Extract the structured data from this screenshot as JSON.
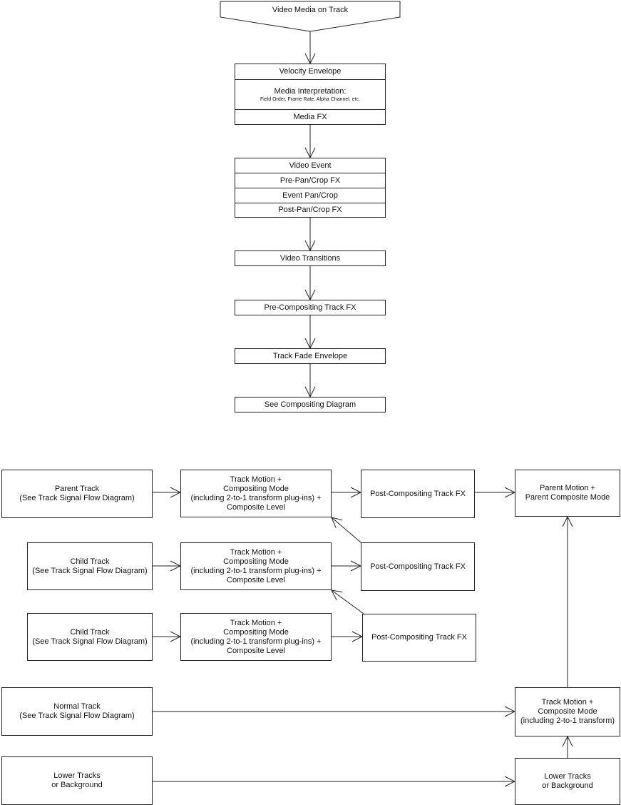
{
  "track_flow": {
    "source": "Video Media on Track",
    "media_block": {
      "velocity": "Velocity Envelope",
      "interp_title": "Media Interpretation:",
      "interp_detail": "Field Order, Frame Rate, Alpha Channel, etc.",
      "media_fx": "Media FX"
    },
    "event_block": {
      "video_event": "Video Event",
      "pre_pan_crop": "Pre-Pan/Crop FX",
      "event_pan_crop": "Event Pan/Crop",
      "post_pan_crop": "Post-Pan/Crop FX"
    },
    "transitions": "Video Transitions",
    "pre_compositing": "Pre-Compositing Track FX",
    "fade_envelope": "Track Fade Envelope",
    "see_compositing": "See Compositing Diagram"
  },
  "compositing": {
    "parent_track": [
      "Parent Track",
      "(See Track Signal Flow Diagram)"
    ],
    "child_track_1": [
      "Child Track",
      "(See Track Signal Flow Diagram)"
    ],
    "child_track_2": [
      "Child Track",
      "(See Track Signal Flow Diagram)"
    ],
    "normal_track": [
      "Normal Track",
      "(See Track Signal Flow Diagram)"
    ],
    "lower_tracks": [
      "Lower Tracks",
      "or Background"
    ],
    "track_motion": [
      "Track Motion +",
      "Compositing Mode",
      "(including 2-to-1 transform plug-ins) +",
      "Composite Level"
    ],
    "post_compositing": "Post-Compositing Track FX",
    "parent_motion": [
      "Parent Motion +",
      "Parent Composite Mode"
    ],
    "normal_motion": [
      "Track Motion +",
      "Composite Mode",
      "(including 2-to-1 transform)"
    ],
    "lower_tracks_out": [
      "Lower Tracks",
      "or Background"
    ]
  }
}
